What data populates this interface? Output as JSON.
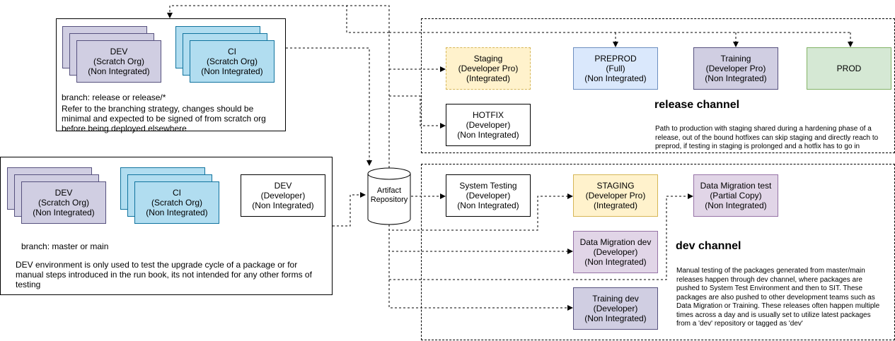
{
  "release_env": {
    "dev": [
      "DEV",
      "(Scratch Org)",
      "(Non Integrated)"
    ],
    "ci": [
      "CI",
      "(Scratch Org)",
      "(Non Integrated)"
    ],
    "branch": "branch: release or release/*",
    "note": "Refer to the branching strategy, changes should be minimal and expected to be signed of from scratch org before being deployed elsewhere"
  },
  "dev_env": {
    "dev": [
      "DEV",
      "(Scratch Org)",
      "(Non Integrated)"
    ],
    "ci": [
      "CI",
      "(Scratch Org)",
      "(Non Integrated)"
    ],
    "dev_developer": [
      "DEV",
      "(Developer)",
      "(Non Integrated)"
    ],
    "branch": "branch: master or main",
    "note": "DEV environment is only used to test the upgrade cycle of a package or for manual steps introduced in the run book, its not intended for any other forms of testing"
  },
  "artifact": [
    "Artifact",
    "Repository"
  ],
  "release_channel": {
    "title": "release channel",
    "staging": [
      "Staging",
      "(Developer Pro)",
      "(Integrated)"
    ],
    "preprod": [
      "PREPROD",
      "(Full)",
      "(Non Integrated)"
    ],
    "training": [
      "Training",
      "(Developer Pro)",
      "(Non Integrated)"
    ],
    "prod": [
      "PROD"
    ],
    "hotfix": [
      "HOTFIX",
      "(Developer)",
      "(Non Integrated)"
    ],
    "description": "Path to production with staging shared during a hardening phase of a release, out of the bound hotfixes can skip staging and directly reach to preprod, if testing in staging is prolonged and a hotfix has to go in"
  },
  "dev_channel": {
    "title": "dev channel",
    "system_testing": [
      "System Testing",
      "(Developer)",
      "(Non Integrated)"
    ],
    "staging": [
      "STAGING",
      "(Developer Pro)",
      "(Integrated)"
    ],
    "data_migration_test": [
      "Data Migration test",
      "(Partial Copy)",
      "(Non Integrated)"
    ],
    "data_migration_dev": [
      "Data Migration dev",
      "(Developer)",
      "(Non Integrated)"
    ],
    "training_dev": [
      "Training dev",
      "(Developer)",
      "(Non Integrated)"
    ],
    "description": "Manual testing of the packages generated from master/main releases happen through dev channel, where packages are pushed to  System Test Environment and then to SIT.  These packages are also pushed to other development teams such as Data Migration or Training.  These releases often happen multiple times across a day and is usually set to utilize latest packages from a 'dev' repository or tagged as 'dev'"
  }
}
